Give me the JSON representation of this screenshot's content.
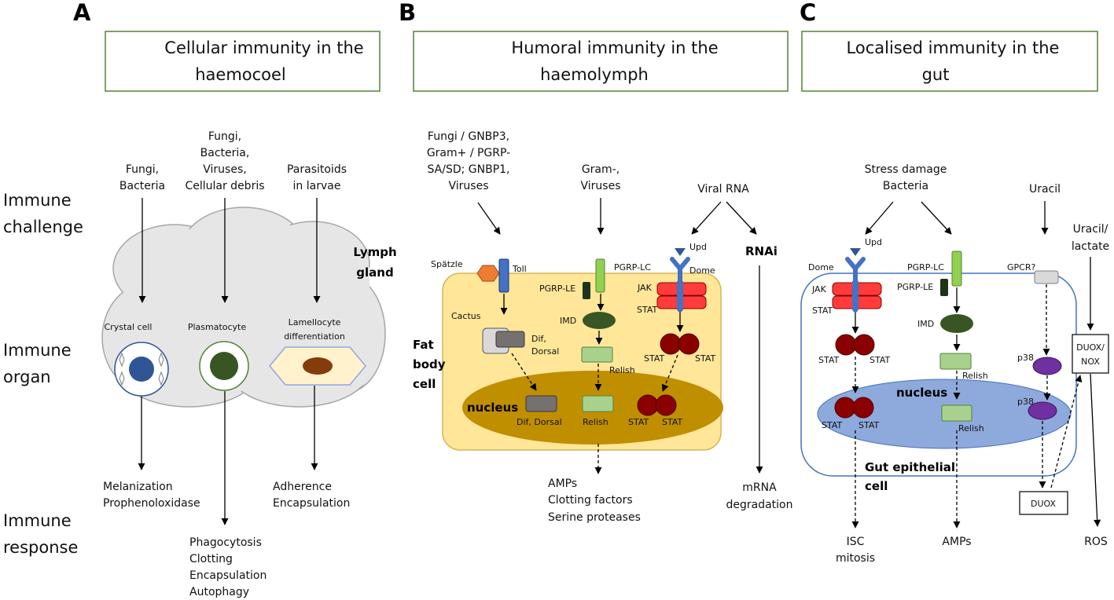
{
  "panels": {
    "a": {
      "letter": "A",
      "title": [
        "Cellular immunity in the",
        "haemocoel"
      ]
    },
    "b": {
      "letter": "B",
      "title": [
        "Humoral immunity in the",
        "haemolymph"
      ]
    },
    "c": {
      "letter": "C",
      "title": [
        "Localised immunity in the",
        "gut"
      ]
    }
  },
  "rows": {
    "challenge": [
      "Immune",
      "challenge"
    ],
    "organ": [
      "Immune",
      "organ"
    ],
    "response": [
      "Immune",
      "response"
    ]
  },
  "a": {
    "ch1": [
      "Fungi,",
      "Bacteria"
    ],
    "ch2": [
      "Fungi,",
      "Bacteria,",
      "Viruses,",
      "Cellular debris"
    ],
    "ch3": [
      "Parasitoids",
      "in larvae"
    ],
    "organ_label": [
      "Lymph",
      "gland"
    ],
    "cell1": "Crystal cell",
    "cell2": "Plasmatocyte",
    "cell3": [
      "Lamellocyte",
      "differentiation"
    ],
    "resp1": [
      "Melanization",
      "Prophenoloxidase"
    ],
    "resp2": [
      "Phagocytosis",
      "Clotting",
      "Encapsulation",
      "Autophagy"
    ],
    "resp3": [
      "Adherence",
      "Encapsulation"
    ]
  },
  "b": {
    "ch1": [
      "Fungi / GNBP3,",
      "Gram+ / PGRP-",
      "SA/SD; GNBP1,",
      "Viruses"
    ],
    "ch2": [
      "Gram-,",
      "Viruses"
    ],
    "ch3": "Viral RNA",
    "cell_label": [
      "Fat",
      "body",
      "cell"
    ],
    "spatzle": "Spätzle",
    "toll": "Toll",
    "cactus": "Cactus",
    "dif": [
      "Dif,",
      "Dorsal"
    ],
    "pgrp_lc": "PGRP-LC",
    "pgrp_le": "PGRP-LE",
    "imd": "IMD",
    "relish": "Relish",
    "upd": "Upd",
    "dome": "Dome",
    "jak": "JAK",
    "stat": "STAT",
    "nucleus": "nucleus",
    "nuc_dif": "Dif, Dorsal",
    "rnai": "RNAi",
    "resp1": [
      "AMPs",
      "Clotting factors",
      "Serine proteases"
    ],
    "resp2": [
      "mRNA",
      "degradation"
    ]
  },
  "c": {
    "ch1": [
      "Stress damage",
      "Bacteria"
    ],
    "ch2": "Uracil",
    "ch3": [
      "Uracil/",
      "lactate"
    ],
    "upd": "Upd",
    "dome": "Dome",
    "jak": "JAK",
    "stat": "STAT",
    "pgrp_lc": "PGRP-LC",
    "pgrp_le": "PGRP-LE",
    "imd": "IMD",
    "relish": "Relish",
    "gpcr": "GPCR?",
    "p38": "p38",
    "duox_nox": [
      "DUOX/",
      "NOX"
    ],
    "duox": "DUOX",
    "nucleus": "nucleus",
    "cell_label": [
      "Gut epithelial",
      "cell"
    ],
    "resp1": [
      "ISC",
      "mitosis"
    ],
    "resp2": "AMPs",
    "resp3": "ROS"
  },
  "colors": {
    "title_border": "#548235",
    "fat_body": "#FFE699",
    "fat_nucleus": "#BF8F00",
    "gut_nucleus": "#8EA9DB",
    "gut_cell_border": "#2F5597",
    "relish": "#A9D18E",
    "imd": "#375623",
    "stat": "#8B0000",
    "jak": "#FF3B3B",
    "dome": "#2F5597",
    "toll": "#4472C4",
    "pgrp_lc": "#92D050",
    "pgrp_le": "#1E3318",
    "p38": "#7030A0",
    "spatzle": "#ED7D31",
    "crystal": "#2F5597",
    "plasmatocyte": "#375623",
    "lamellocyte": "#843C0C",
    "lymph_gland": "#E7E6E6"
  }
}
